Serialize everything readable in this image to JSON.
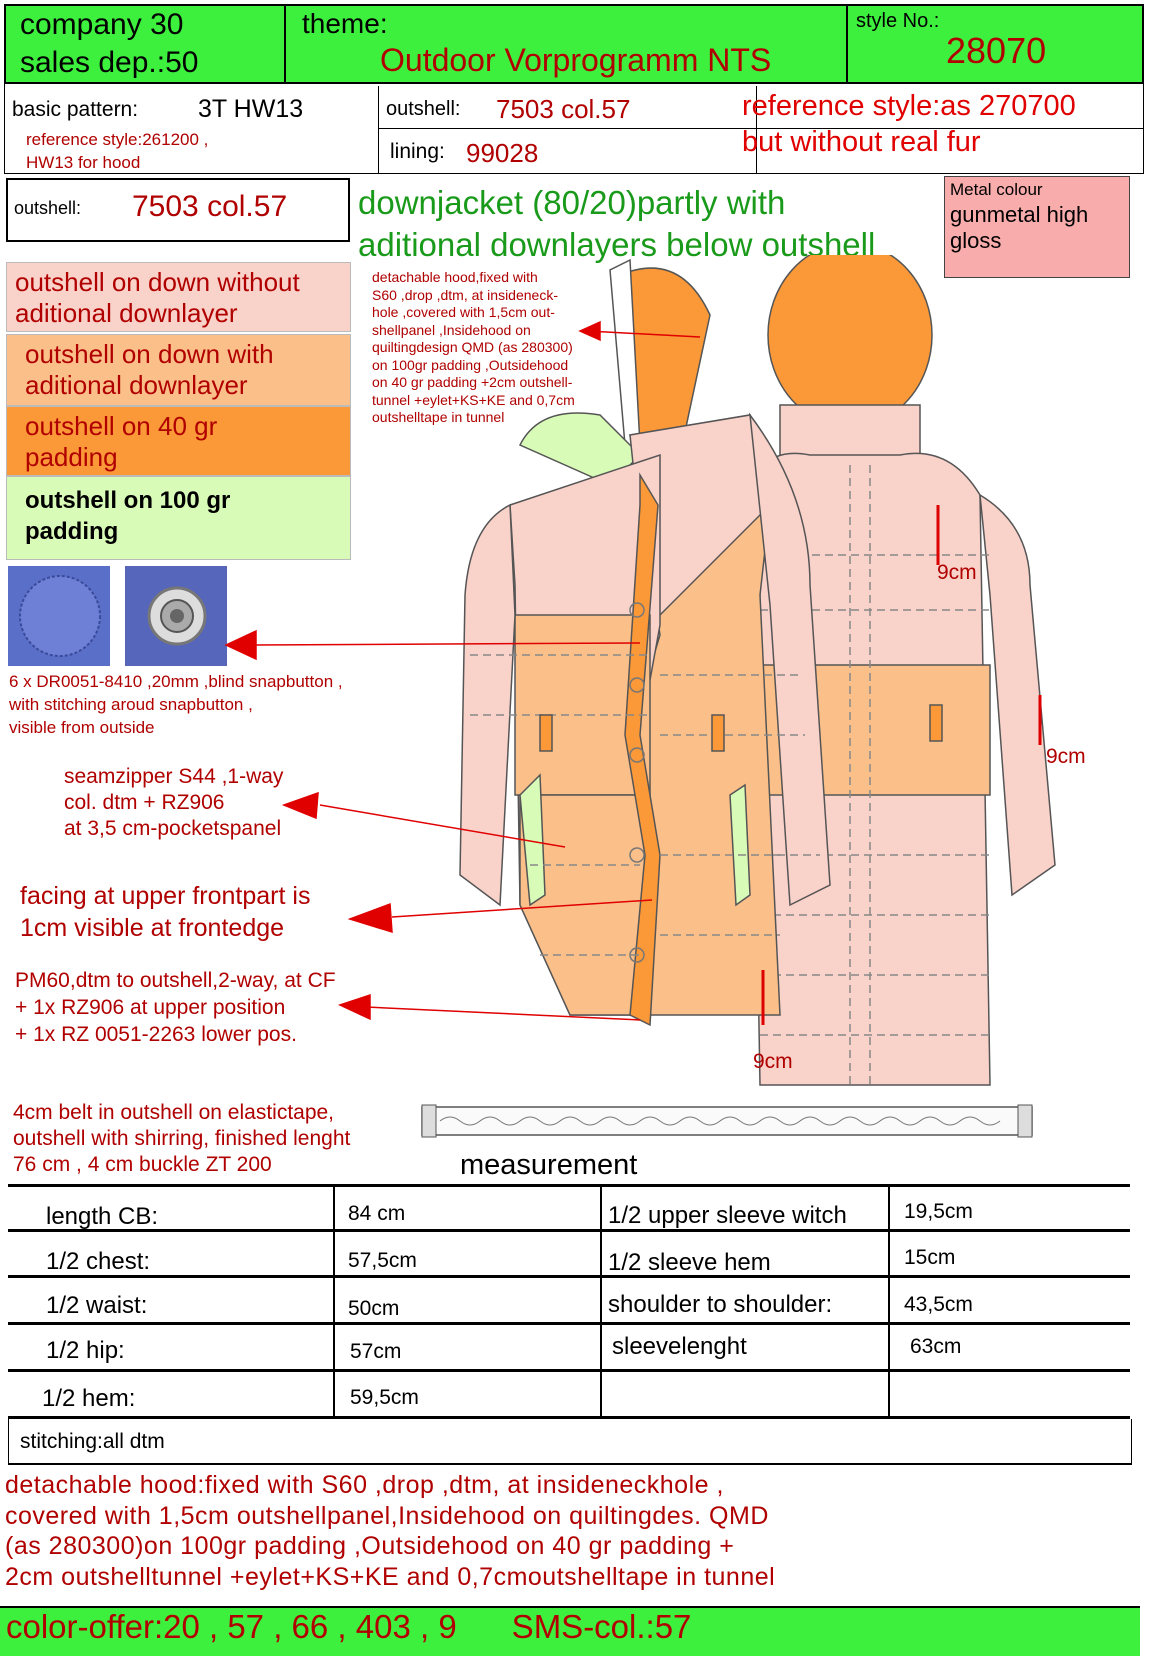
{
  "header": {
    "company": "company 30",
    "sales_dep": "sales dep.:50",
    "theme_label": "theme:",
    "theme_value": "Outdoor Vorprogramm NTS",
    "style_label": "style No.:",
    "style_value": "28070"
  },
  "info": {
    "basic_pattern_label": "basic pattern:",
    "basic_pattern_value": "3T HW13",
    "outshell_label": "outshell:",
    "outshell_value": "7503 col.57",
    "reference_right_1": "reference style:as 270700",
    "reference_right_2": "but without real fur",
    "reference_left_1": "reference style:261200 ,",
    "reference_left_2": "HW13 for hood",
    "lining_label": "lining:",
    "lining_value": "99028"
  },
  "outshell_box": {
    "label": "outshell:",
    "value": "7503 col.57"
  },
  "description": {
    "line1": "downjacket (80/20)partly with",
    "line2": "aditional downlayers below outshell"
  },
  "metal": {
    "title": "Metal colour",
    "line1": "gunmetal high",
    "line2": "gloss"
  },
  "legend": [
    {
      "line1": "outshell on down without",
      "line2": "aditional downlayer",
      "color": "#f9d2ca"
    },
    {
      "line1": "outshell on down with",
      "line2": "aditional downlayer",
      "color": "#fbc089"
    },
    {
      "line1": "outshell on 40 gr",
      "line2": "padding",
      "color": "#fb9838"
    },
    {
      "line1": "outshell on 100 gr",
      "line2": "padding",
      "color": "#d9fbb8"
    }
  ],
  "notes": {
    "hood": [
      "detachable hood,fixed with",
      " S60 ,drop ,dtm, at insideneck-",
      "hole ,covered with 1,5cm out-",
      "shellpanel ,Insidehood on",
      "quiltingdesign QMD (as 280300)",
      "on 100gr padding ,Outsidehood",
      " on 40 gr padding +2cm outshell-",
      "tunnel +eylet+KS+KE and 0,7cm",
      "outshelltape in tunnel"
    ],
    "snap": [
      "6 x DR0051-8410 ,20mm ,blind snapbutton ,",
      "with stitching aroud snapbutton ,",
      "visible from outside"
    ],
    "zipper": [
      "seamzipper S44 ,1-way",
      "col. dtm + RZ906",
      "at  3,5 cm-pocketspanel"
    ],
    "facing": [
      "facing at upper frontpart is",
      "1cm visible at frontedge"
    ],
    "pm60": [
      "PM60,dtm to outshell,2-way, at CF",
      "+ 1x RZ906 at upper position",
      "+ 1x RZ 0051-2263 lower pos."
    ],
    "belt": [
      "4cm belt in outshell on elastictape,",
      "outshell with shirring, finished lenght",
      "76 cm , 4 cm buckle ZT 200"
    ]
  },
  "dims": {
    "d1": "9cm",
    "d2": "9cm",
    "d3": "9cm"
  },
  "measurement": {
    "title": "measurement",
    "rows": [
      {
        "l1": "length CB:",
        "v1": "84 cm",
        "l2": "1/2  upper sleeve witch",
        "v2": "19,5cm"
      },
      {
        "l1": "1/2  chest:",
        "v1": "57,5cm",
        "l2": "1/2  sleeve hem",
        "v2": "15cm"
      },
      {
        "l1": "1/2  waist:",
        "v1": "50cm",
        "l2": "shoulder to shoulder:",
        "v2": "43,5cm"
      },
      {
        "l1": "1/2  hip:",
        "v1": "57cm",
        "l2": "sleevelenght",
        "v2": "63cm"
      },
      {
        "l1": "1/2  hem:",
        "v1": "59,5cm",
        "l2": "",
        "v2": ""
      }
    ]
  },
  "stitching": "stitching:all dtm",
  "footer_note": [
    "detachable hood:fixed with S60 ,drop ,dtm, at insideneckhole ,",
    "covered with 1,5cm outshellpanel,Insidehood on quiltingdes. QMD",
    " (as 280300)on 100gr padding ,Outsidehood on 40 gr padding +",
    "2cm outshelltunnel +eylet+KS+KE and 0,7cmoutshelltape in tunnel"
  ],
  "color_offer": "color-offer:20 , 57 , 66 , 403 , 9      SMS-col.:57"
}
